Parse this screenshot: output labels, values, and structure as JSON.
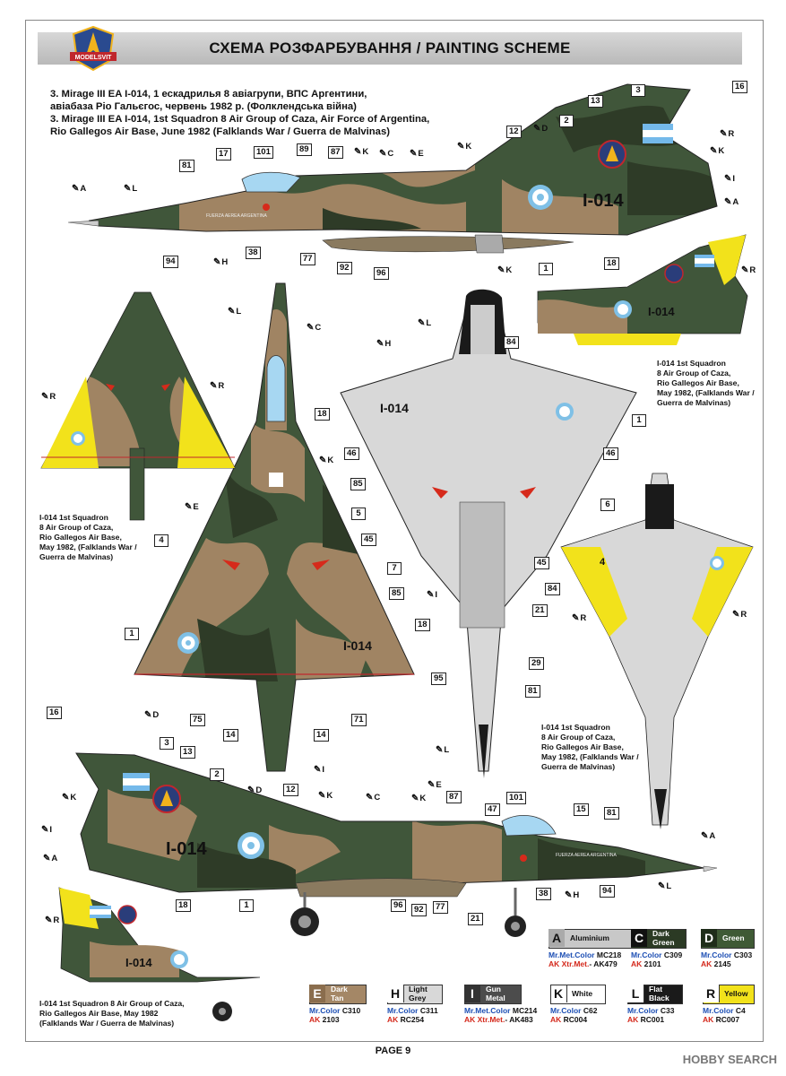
{
  "header": {
    "brand": "MODELSVIT",
    "title": "СХЕМА РОЗФАРБУВАННЯ  / PAINTING  SCHEME"
  },
  "caption": [
    "3. Mirage III EA I-014, 1 ескадрилья 8 авіагрупи, ВПС Аргентини,",
    "авіабаза Ріо Гальєгос, червень 1982 р. (Фолклендська війна)",
    "3. Mirage III EA I-014, 1st Squadron 8 Air Group of Caza, Air Force of Argentina,",
    "Rio Gallegos Air Base, June 1982 (Falklands War / Guerra de Malvinas)"
  ],
  "aircraft": {
    "serial": "I-014",
    "fuselage_text": "FUERZA AEREA ARGENTINA",
    "fin_serial_small": "I-014"
  },
  "notes": {
    "right_top": [
      "I-014 1st Squadron",
      "8 Air Group of Caza,",
      "Rio Gallegos Air Base,",
      "May 1982, (Falklands War /",
      "Guerra de Malvinas)"
    ],
    "left_mid": [
      "I-014 1st Squadron",
      "8 Air Group of Caza,",
      "Rio Gallegos Air Base,",
      "May 1982, (Falklands War /",
      "Guerra de Malvinas)"
    ],
    "right_mid": [
      "I-014 1st Squadron",
      "8 Air Group of Caza,",
      "Rio Gallegos Air Base,",
      "May 1982, (Falklands War /",
      "Guerra de Malvinas)"
    ],
    "bottom_left": [
      "I-014 1st Squadron 8 Air Group of Caza,",
      "Rio Gallegos Air Base, May 1982",
      "(Falklands War / Guerra de Malvinas)"
    ]
  },
  "callouts": {
    "n1": "1",
    "n2": "2",
    "n3": "3",
    "n4": "4",
    "n5": "5",
    "n6": "6",
    "n7": "7",
    "n12": "12",
    "n13": "13",
    "n14": "14",
    "n15": "15",
    "n16": "16",
    "n17": "17",
    "n18": "18",
    "n21": "21",
    "n29": "29",
    "n38": "38",
    "n45": "45",
    "n46": "46",
    "n47": "47",
    "n71": "71",
    "n75": "75",
    "n77": "77",
    "n81": "81",
    "n84": "84",
    "n85": "85",
    "n87": "87",
    "n89": "89",
    "n92": "92",
    "n94": "94",
    "n95": "95",
    "n96": "96",
    "n101": "101"
  },
  "paint_letters": {
    "A": "A",
    "C": "C",
    "D": "D",
    "E": "E",
    "H": "H",
    "I": "I",
    "K": "K",
    "L": "L",
    "R": "R"
  },
  "colors": [
    {
      "letter": "A",
      "name": "Aluminium",
      "line1_brand": "Mr.Met.Color",
      "line1_code": "MC218",
      "line2_brand": "AK Xtr.Met.",
      "line2_code": "- AK479",
      "swatch": "#bdbdbd",
      "text_color": "#111"
    },
    {
      "letter": "C",
      "name": "Dark Green",
      "line1_brand": "Mr.Color",
      "line1_code": "C309",
      "line2_brand": "AK",
      "line2_code": "2101",
      "swatch": "#2b3a24",
      "text_color": "#fff"
    },
    {
      "letter": "D",
      "name": "Green",
      "line1_brand": "Mr.Color",
      "line1_code": "C303",
      "line2_brand": "AK",
      "line2_code": "2145",
      "swatch": "#3f5a35",
      "text_color": "#fff"
    },
    {
      "letter": "E",
      "name": "Dark Tan",
      "line1_brand": "Mr.Color",
      "line1_code": "C310",
      "line2_brand": "AK",
      "line2_code": "2103",
      "swatch": "#a48766",
      "text_color": "#fff"
    },
    {
      "letter": "H",
      "name": "Light Grey",
      "line1_brand": "Mr.Color",
      "line1_code": "C311",
      "line2_brand": "AK",
      "line2_code": "RC254",
      "swatch": "#d4d4d4",
      "text_color": "#111"
    },
    {
      "letter": "I",
      "name": "Gun Metal",
      "line1_brand": "Mr.Met.Color",
      "line1_code": "MC214",
      "line2_brand": "AK Xtr.Met.",
      "line2_code": "- AK483",
      "swatch": "#4c4c4c",
      "text_color": "#fff"
    },
    {
      "letter": "K",
      "name": "White",
      "line1_brand": "Mr.Color",
      "line1_code": "C62",
      "line2_brand": "AK",
      "line2_code": "RC004",
      "swatch": "#ffffff",
      "text_color": "#111"
    },
    {
      "letter": "L",
      "name": "Flat Black",
      "line1_brand": "Mr.Color",
      "line1_code": "C33",
      "line2_brand": "AK",
      "line2_code": "RC001",
      "swatch": "#1a1a1a",
      "text_color": "#fff"
    },
    {
      "letter": "R",
      "name": "Yellow",
      "line1_brand": "Mr.Color",
      "line1_code": "C4",
      "line2_brand": "AK",
      "line2_code": "RC007",
      "swatch": "#f2e21b",
      "text_color": "#111"
    }
  ],
  "footer": {
    "page": "PAGE 9",
    "watermark": "HOBBY SEARCH"
  }
}
